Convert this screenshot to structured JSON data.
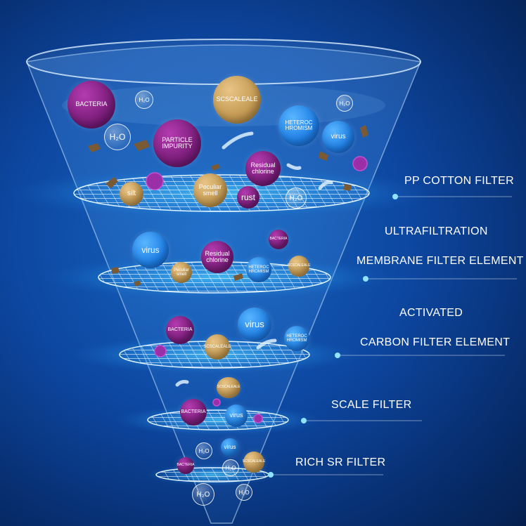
{
  "labels": {
    "pp": "PP COTTON FILTER",
    "uf1": "ULTRAFILTRATION",
    "uf2": "MEMBRANE FILTER ELEMENT",
    "ac1": "ACTIVATED",
    "ac2": "CARBON FILTER ELEMENT",
    "scale": "SCALE FILTER",
    "sr": "RICH SR FILTER"
  },
  "particles": {
    "bacteria": "BACTERIA",
    "scale": "SCSCALEALE",
    "heterochromism": "HETEROC HROMISM",
    "virus": "virus",
    "particle": "PARTICLE IMPURITY",
    "chlorine": "Residual chlorine",
    "silt": "silt",
    "smell": "Peculiar smell",
    "rust": "rust",
    "scale_small": "SCSCALEALE",
    "h2o": "H₂O"
  },
  "colors": {
    "purple": "#7a1d7a",
    "gold": "#c49a52",
    "blue": "#1f7fe6",
    "accent": "#4fc3f7"
  }
}
